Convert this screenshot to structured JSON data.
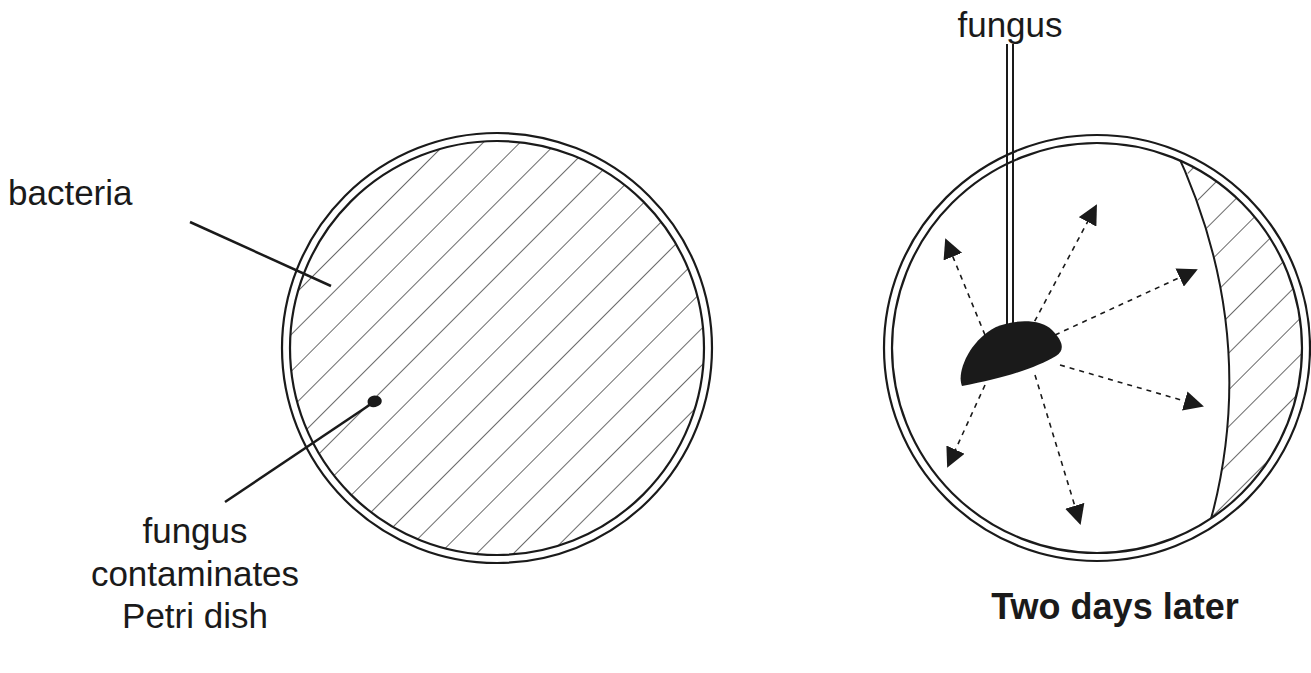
{
  "diagram": {
    "labels": [
      "bacteria",
      "fungus contaminates Petri dish",
      "fungus",
      "Two days later"
    ]
  }
}
